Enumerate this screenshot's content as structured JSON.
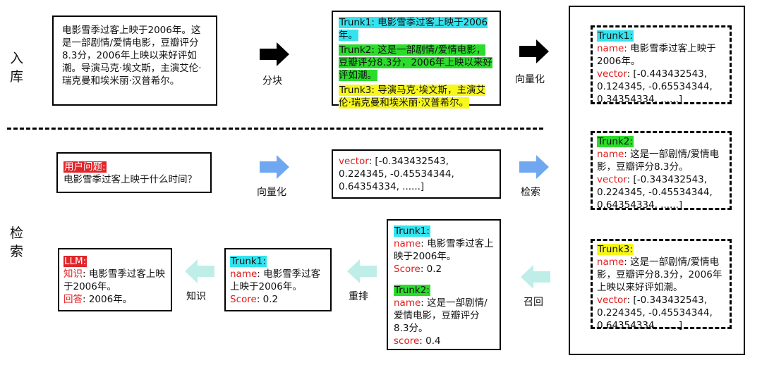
{
  "side": {
    "ingest": "入库",
    "retrieve": "检索"
  },
  "labels": {
    "chunk": "分块",
    "vectorize1": "向量化",
    "vectorize2": "向量化",
    "search": "检索",
    "recall": "召回",
    "rerank": "重排",
    "knowledge": "知识"
  },
  "source_doc": "电影雪季过客上映于2006年。这是一部剧情/爱情电影，豆瓣评分8.3分，2006年上映以来好评如潮。导演马克·埃文斯，主演艾伦·瑞克曼和埃米丽·汉普希尔。",
  "chunks": [
    "Trunk1: 电影雪季过客上映于2006年。",
    "Trunk2: 这是一部剧情/爱情电影，豆瓣评分8.3分，2006年上映以来好评如潮。",
    "Trunk3: 导演马克·埃文斯，主演艾伦·瑞克曼和埃米丽·汉普希尔。"
  ],
  "store": [
    {
      "title": "Trunk1:",
      "name_key": "name",
      "name": ": 电影雪季过客上映于2006年。",
      "vector_key": "vector",
      "vector": ": [-0.443432543, 0.124345, -0.65534344, 0.34354334, ......]"
    },
    {
      "title": "Trunk2:",
      "name_key": "name",
      "name": ": 这是一部剧情/爱情电影，豆瓣评分8.3分。",
      "vector_key": "vector",
      "vector": ": [-0.343432543, 0.224345, -0.45534344, 0.64354334, ......]"
    },
    {
      "title": "Trunk3:",
      "name_key": "name",
      "name": ": 这是一部剧情/爱情电影，豆瓣评分8.3分，2006年上映以来好评如潮。",
      "vector_key": "vector",
      "vector": ": [-0.343432543, 0.224345, -0.45534344, 0.64354334, ......]"
    }
  ],
  "question": {
    "label": "用户问题:",
    "text": "电影雪季过客上映于什么时间？"
  },
  "query_vector": {
    "key": "vector",
    "value": ":  [-0.343432543, 0.224345, -0.45534344, 0.64354334, ......]"
  },
  "recalled": [
    {
      "title": "Trunk1:",
      "name_key": "name",
      "name": ": 电影雪季过客上映于2006年。",
      "score_key": "Score",
      "score": ": 0.2"
    },
    {
      "title": "Trunk2:",
      "name_key": "name",
      "name": ": 这是一部剧情/爱情电影，豆瓣评分8.3分。",
      "score_key": "score",
      "score": ": 0.4"
    }
  ],
  "reranked": {
    "title": "Trunk1:",
    "name_key": "name",
    "name": ": 电影雪季过客上映于2006年。",
    "score_key": "Score",
    "score": ": 0.2"
  },
  "llm": {
    "title": "LLM:",
    "k1": "知识",
    "v1": ": 电影雪季过客上映于2006年。",
    "k2": "回答",
    "v2": ": 2006年。"
  },
  "colors": {
    "cyan": "#33e4ef",
    "green": "#2bdc2b",
    "yellow": "#f7f71c",
    "red": "#e31b1b",
    "blue_arrow": "#6fa8f0",
    "teal_arrow": "#bfeee8"
  }
}
